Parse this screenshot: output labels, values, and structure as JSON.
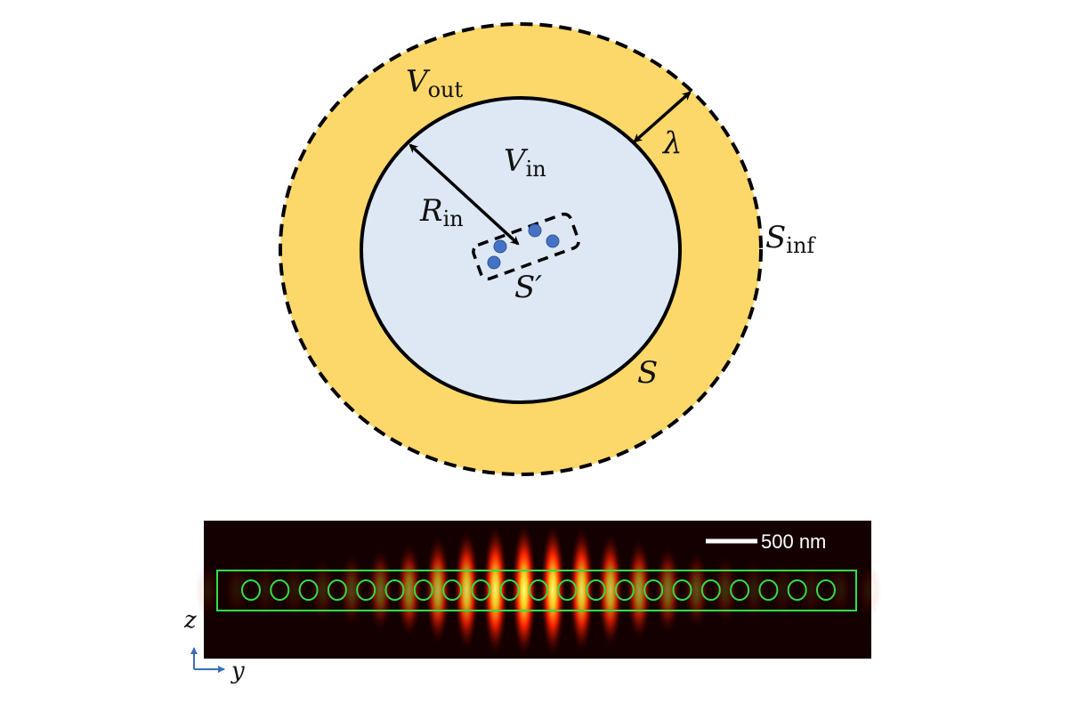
{
  "labels": {
    "v_out": {
      "main": "V",
      "sub": "out"
    },
    "v_in": {
      "main": "V",
      "sub": "in"
    },
    "r_in": {
      "main": "R",
      "sub": "in"
    },
    "lambda": "λ",
    "s_prime": "S′",
    "s_inf": {
      "main": "S",
      "sub": "inf"
    },
    "s": "S"
  },
  "field_map": {
    "scale_bar_label": "500 nm",
    "resonator_count": 21,
    "axis_z": "z",
    "axis_y": "y"
  },
  "colors": {
    "outer_region": "#fcd86b",
    "inner_region": "#dde8f4",
    "dipole": "#4472c4",
    "resonator_outline": "#33dd44",
    "axis": "#3a6fb5"
  }
}
